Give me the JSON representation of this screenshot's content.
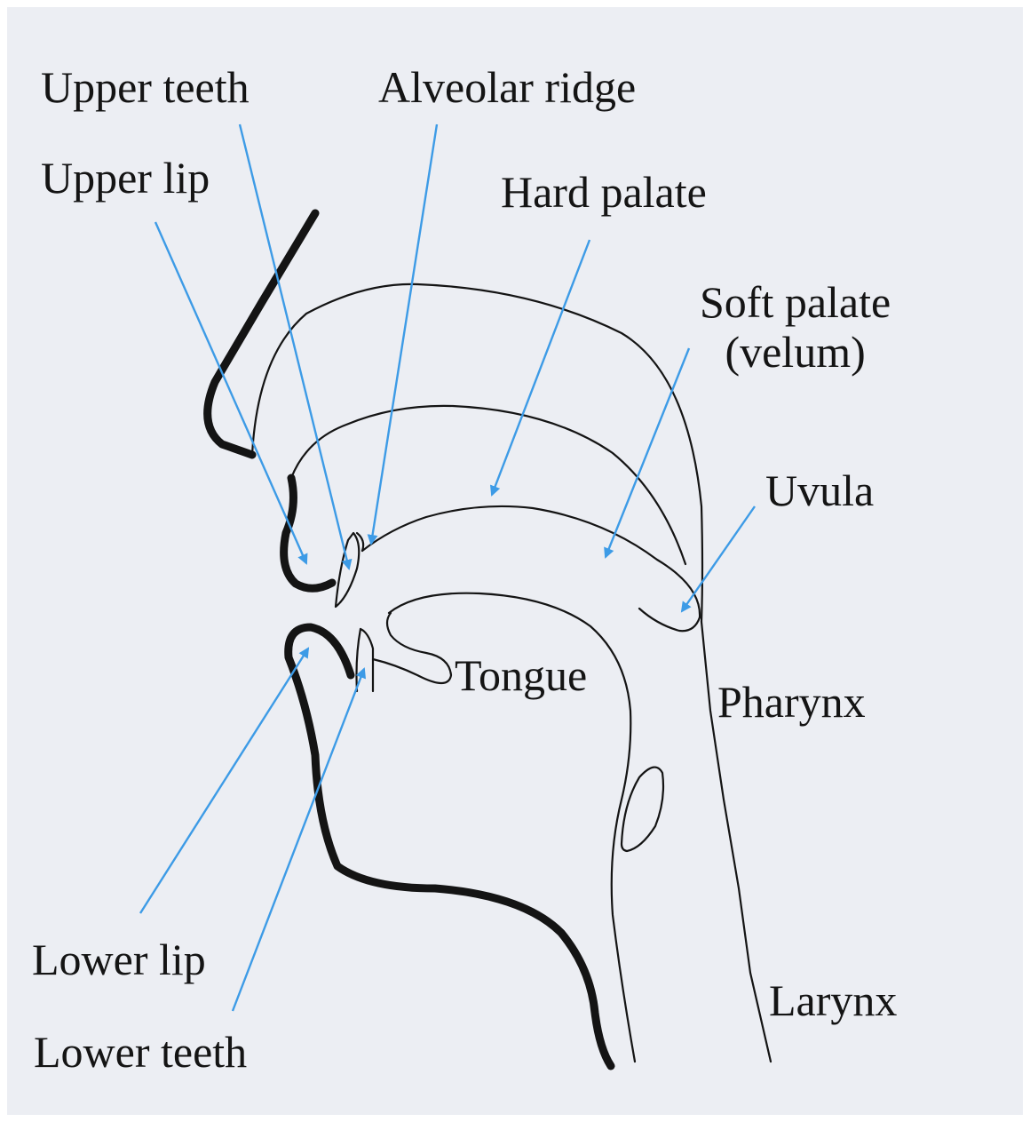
{
  "labels": {
    "upper_teeth": "Upper teeth",
    "alveolar_ridge": "Alveolar ridge",
    "upper_lip": "Upper lip",
    "hard_palate": "Hard palate",
    "soft_palate_line1": "Soft palate",
    "soft_palate_line2": "(velum)",
    "uvula": "Uvula",
    "tongue": "Tongue",
    "pharynx": "Pharynx",
    "lower_lip": "Lower lip",
    "lower_teeth": "Lower teeth",
    "larynx": "Larynx"
  },
  "colors": {
    "background": "#eceef3",
    "outline": "#141414",
    "pointer": "#3d9be6"
  }
}
